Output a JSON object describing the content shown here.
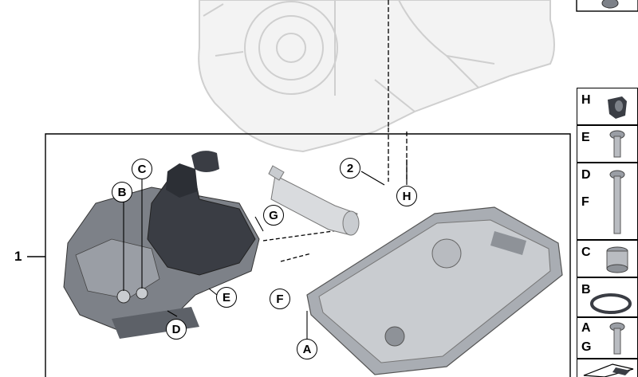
{
  "main_label": "1",
  "callouts": {
    "a": "A",
    "b": "B",
    "c": "C",
    "d": "D",
    "e": "E",
    "f": "F",
    "g": "G",
    "h": "H",
    "two": "2"
  },
  "legend": {
    "h": "H",
    "e": "E",
    "d": "D",
    "f": "F",
    "c": "C",
    "b": "B",
    "a": "A",
    "g": "G"
  },
  "colors": {
    "line": "#000000",
    "ghost": "#cfcfcf",
    "part_dark": "#3a3d44",
    "part_mid": "#7d8188",
    "part_light": "#c9ccd0"
  }
}
